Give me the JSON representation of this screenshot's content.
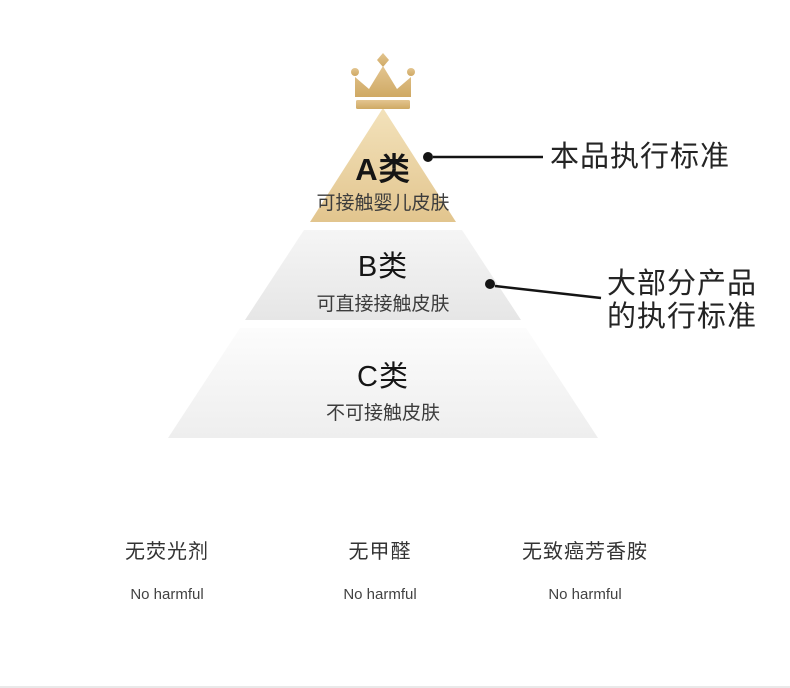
{
  "pyramid": {
    "tiers": [
      {
        "grade": "A类",
        "desc": "可接触婴儿皮肤"
      },
      {
        "grade": "B类",
        "desc": "可直接接触皮肤"
      },
      {
        "grade": "C类",
        "desc": "不可接触皮肤"
      }
    ]
  },
  "callouts": {
    "a": {
      "text": "本品执行标准"
    },
    "b": {
      "line1": "大部分产品",
      "line2": "的执行标准"
    }
  },
  "features": [
    {
      "zh": "无荧光剂",
      "en": "No harmful"
    },
    {
      "zh": "无甲醛",
      "en": "No harmful"
    },
    {
      "zh": "无致癌芳香胺",
      "en": "No harmful"
    }
  ],
  "colors": {
    "crown_top": "#e3c590",
    "crown_bottom": "#cfa964",
    "tier_a_top": "#f3e2bb",
    "tier_a_bottom": "#e2c58e",
    "tier_b_top": "#f5f5f5",
    "tier_b_bottom": "#e6e6e6",
    "tier_c_top": "#fcfcfc",
    "tier_c_bottom": "#eeeeee",
    "callout_ink": "#141414"
  }
}
